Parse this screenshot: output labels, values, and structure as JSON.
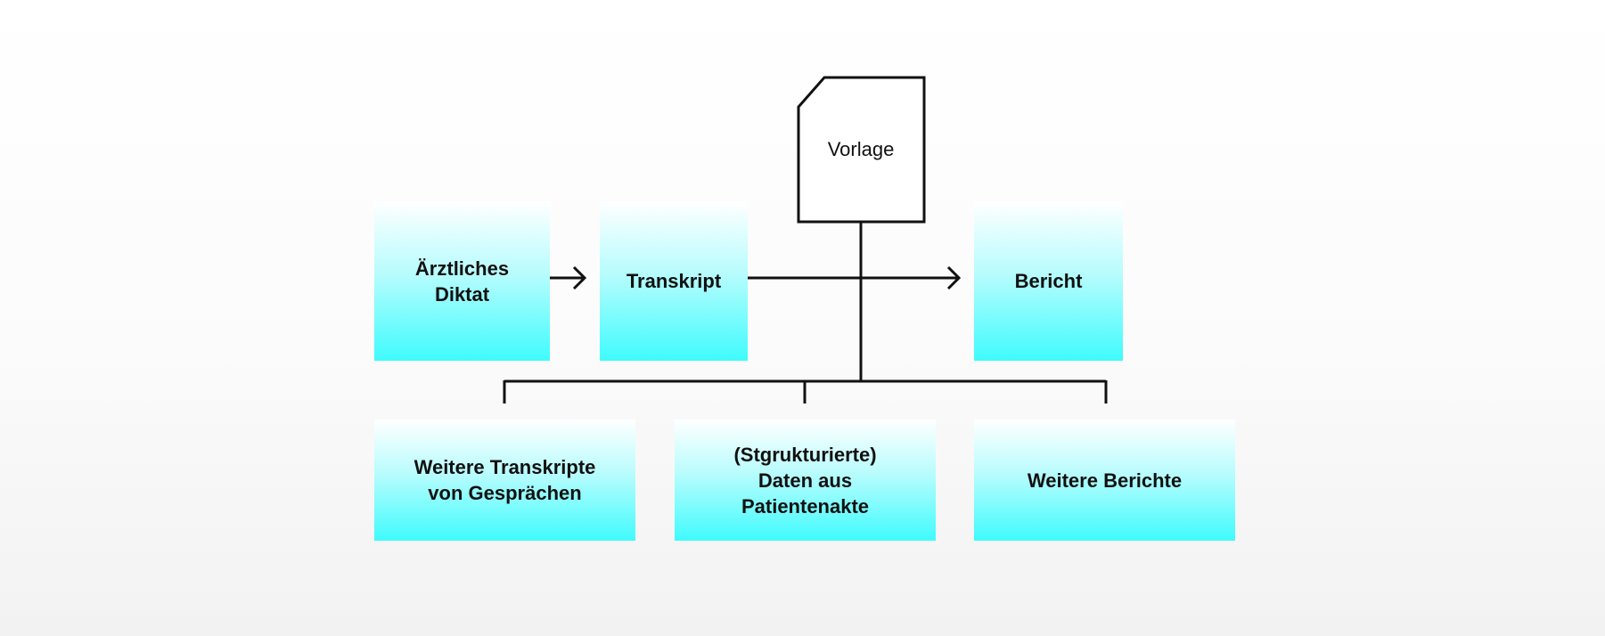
{
  "diagram": {
    "nodes": {
      "diktat": "Ärztliches\nDiktat",
      "transkript": "Transkript",
      "vorlage": "Vorlage",
      "bericht": "Bericht",
      "weitere_transkripte": "Weitere Transkripte\nvon Gesprächen",
      "patientenakte": "(Stgrukturierte)\nDaten aus\nPatientenakte",
      "weitere_berichte": "Weitere Berichte"
    },
    "colors": {
      "box_top": "#ffffff",
      "box_bottom": "#3ffbfd",
      "line": "#111111",
      "background_top": "#ffffff",
      "background_bottom": "#f2f2f2"
    }
  }
}
